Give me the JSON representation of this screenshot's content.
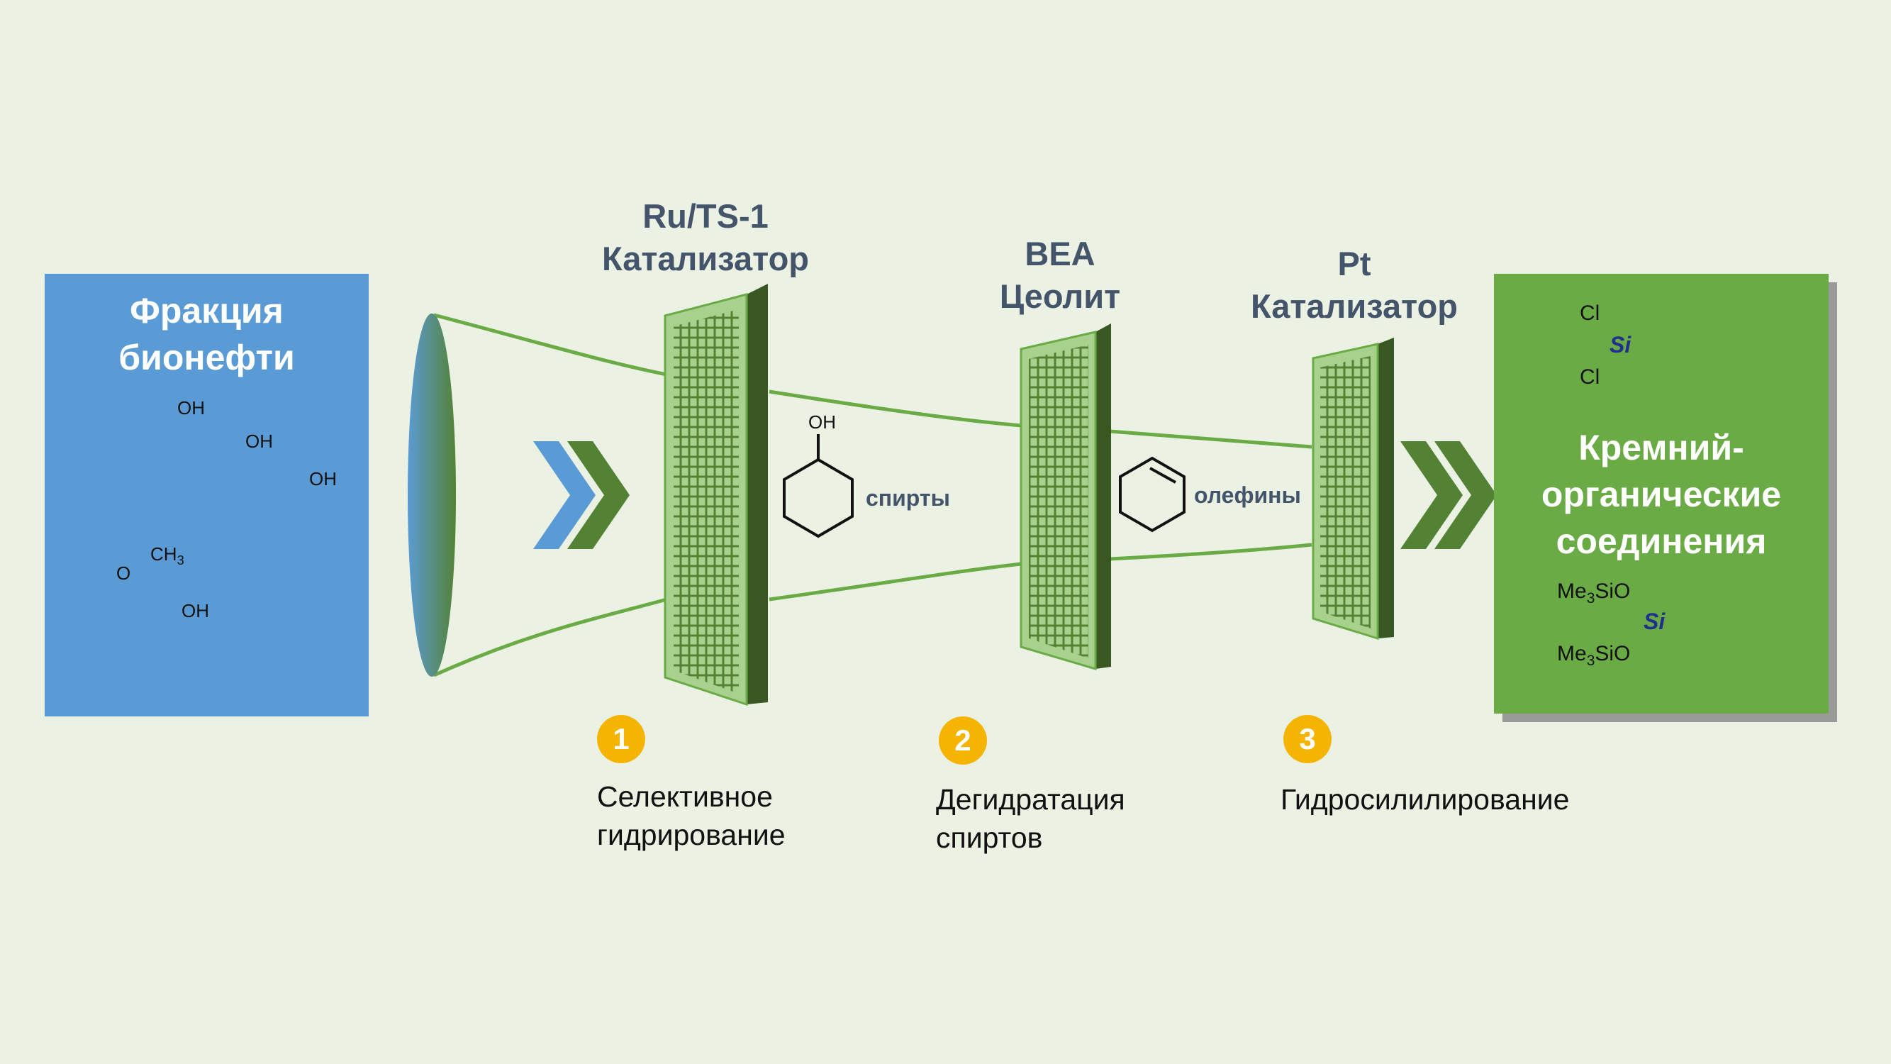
{
  "input_box": {
    "line1": "Фракция",
    "line2": "бионефти",
    "color": "#5b9bd5"
  },
  "output_box": {
    "line1": "Кремний-",
    "line2": "органические",
    "line3": "соединения",
    "color": "#6aab45"
  },
  "catalysts": [
    {
      "line1": "Ru/TS-1",
      "line2": "Катализатор"
    },
    {
      "line1": "BEA",
      "line2": "Цеолит"
    },
    {
      "line1": "Pt",
      "line2": "Катализатор"
    }
  ],
  "intermediates": [
    {
      "label": "спирты"
    },
    {
      "label": "олефины"
    }
  ],
  "steps": [
    {
      "number": "1",
      "line1": "Селективное",
      "line2": "гидрирование"
    },
    {
      "number": "2",
      "line1": "Дегидратация",
      "line2": "спиртов"
    },
    {
      "number": "3",
      "line1": "Гидросилилирование",
      "line2": ""
    }
  ],
  "molecules": {
    "phenol_oh": "OH",
    "catechol_oh1": "OH",
    "catechol_oh2": "OH",
    "guaiacol_ch3": "CH3",
    "guaiacol_o": "O",
    "guaiacol_oh": "OH",
    "cyclohexanol_oh": "OH",
    "product1_cl_top": "Cl",
    "product1_cl_bottom": "Cl",
    "product1_si": "Si",
    "product2_siO_top": "Me3SiO",
    "product2_siO_bottom": "Me3SiO",
    "product2_si": "Si"
  },
  "colors": {
    "accent_green": "#6aab45",
    "badge": "#f5b400",
    "label_slate": "#44546a",
    "arrow_blue": "#5b9bd5",
    "arrow_green": "#548235"
  }
}
